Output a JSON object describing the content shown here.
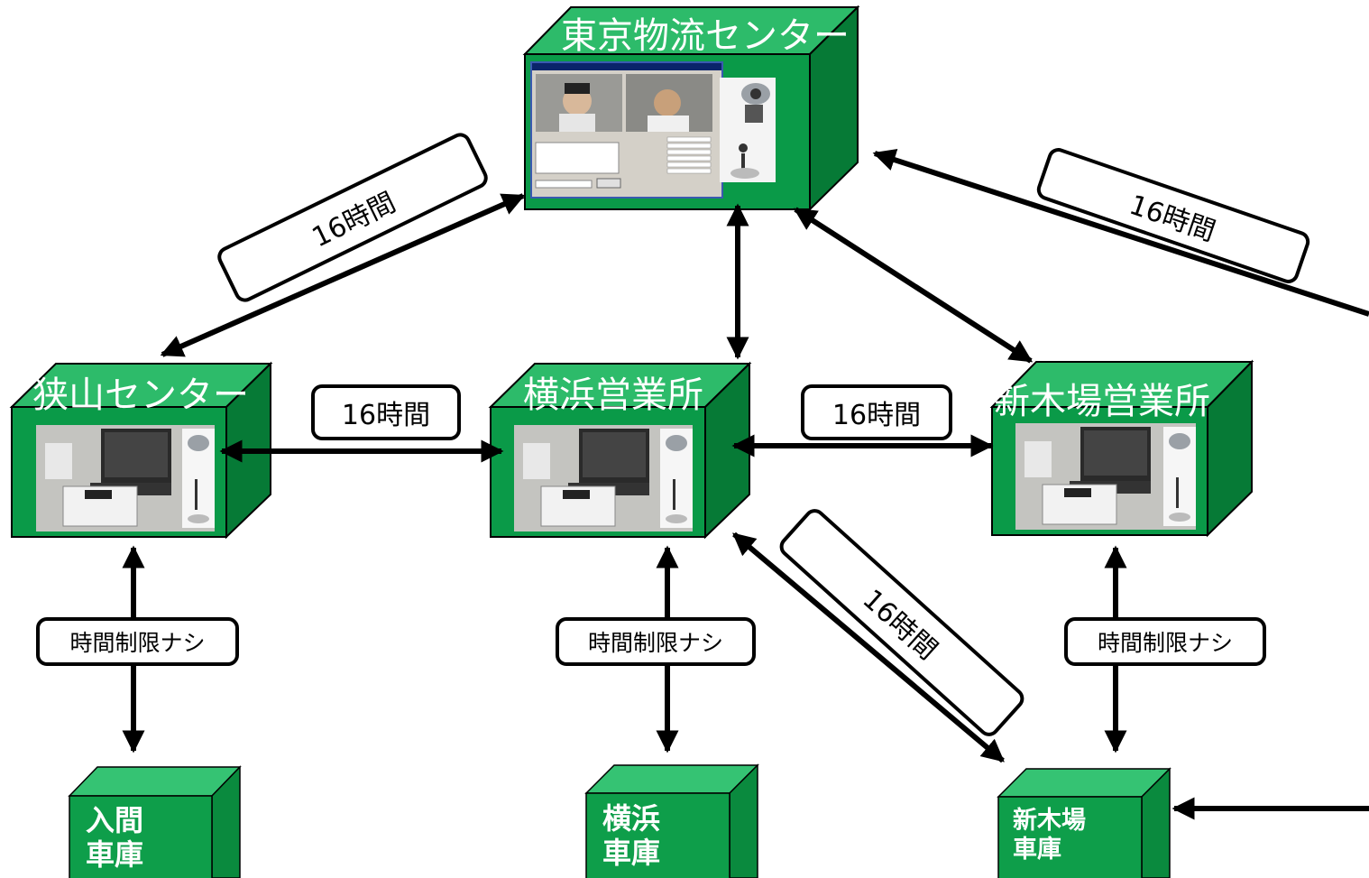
{
  "colors": {
    "box_front": "#0a9a48",
    "box_top": "#2dbb6a",
    "box_side": "#067a36",
    "garage_front": "#0e9e4a",
    "garage_top": "#35c373",
    "garage_side": "#0a8a3e",
    "arrow": "#000000"
  },
  "nodes": {
    "tokyo": {
      "title": "東京物流センター"
    },
    "sayama": {
      "title": "狭山センター"
    },
    "yokohama": {
      "title": "横浜営業所"
    },
    "shinkiba": {
      "title": "新木場営業所"
    }
  },
  "garages": {
    "iruma": {
      "label": "入間\n車庫"
    },
    "yokohama": {
      "label": "横浜\n車庫"
    },
    "shinkiba": {
      "label": "新木場\n車庫"
    }
  },
  "links": {
    "tokyo_sayama": "16時間",
    "tokyo_right": "16時間",
    "sayama_yokohama": "16時間",
    "yokohama_shinkiba": "16時間",
    "yokohama_shinkiba_garage": "16時間",
    "sayama_garage": "時間制限ナシ",
    "yokohama_garage": "時間制限ナシ",
    "shinkiba_garage": "時間制限ナシ"
  }
}
